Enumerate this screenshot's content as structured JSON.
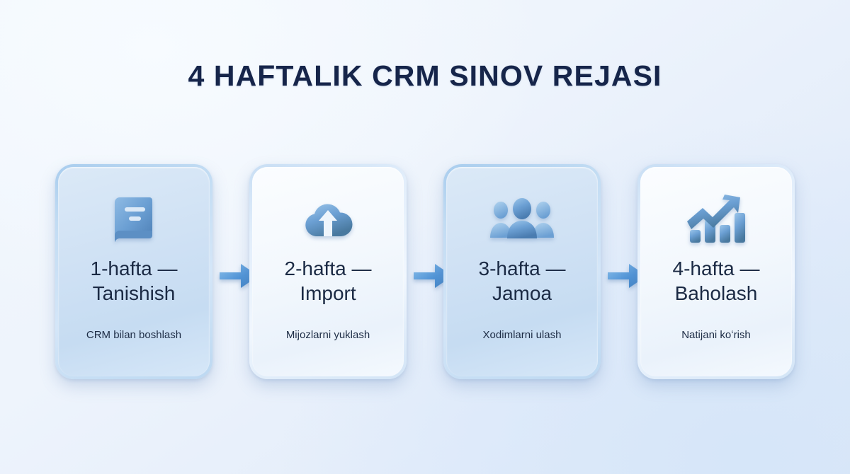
{
  "title": "4 HAFTALIK CRM SINOV REJASI",
  "colors": {
    "title_text": "#16254a",
    "card_text": "#1b2a44",
    "icon_blue": "#5b90c8",
    "arrow_blue": "#4f93d6",
    "background_light": "#f2f7fd",
    "background_deep": "#dce8f7"
  },
  "cards": [
    {
      "icon": "book-icon",
      "title": "1-hafta — Tanishish",
      "subtitle": "CRM bilan boshlash",
      "tint": "tint-blue"
    },
    {
      "icon": "cloud-upload-icon",
      "title": "2-hafta — Import",
      "subtitle": "Mijozlarni yuklash",
      "tint": "tint-white"
    },
    {
      "icon": "people-group-icon",
      "title": "3-hafta — Jamoa",
      "subtitle": "Xodimlarni ulash",
      "tint": "tint-blue"
    },
    {
      "icon": "growth-chart-icon",
      "title": "4-hafta — Baholash",
      "subtitle": "Natijani koʻrish",
      "tint": "tint-white"
    }
  ],
  "arrows": [
    {
      "name": "arrow-step-1-to-2"
    },
    {
      "name": "arrow-step-2-to-3"
    },
    {
      "name": "arrow-step-3-to-4"
    }
  ]
}
